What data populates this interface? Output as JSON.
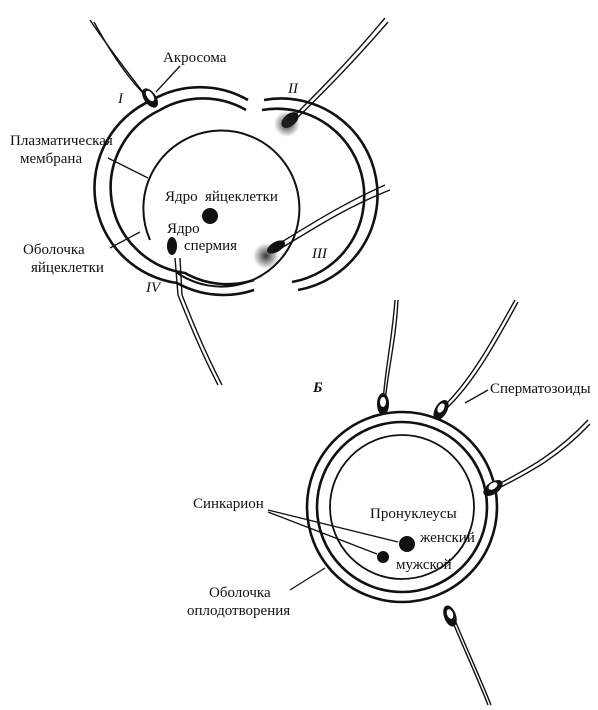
{
  "panel_a": {
    "labels": {
      "acrosome": "Акросома",
      "plasma_membrane_1": "Плазматическая",
      "plasma_membrane_2": "мембрана",
      "egg_nucleus_1": "Ядро",
      "egg_nucleus_2": "яйцеклетки",
      "sperm_nucleus_1": "Ядро",
      "sperm_nucleus_2": "спермия",
      "egg_envelope_1": "Оболочка",
      "egg_envelope_2": "яйцеклетки"
    },
    "stages": [
      "I",
      "II",
      "III",
      "IV"
    ]
  },
  "panel_b": {
    "letter": "Б",
    "labels": {
      "spermatozoa": "Сперматозоиды",
      "syncaryon": "Синкарион",
      "pronuclei": "Пронуклеусы",
      "female": "женский",
      "male": "мужской",
      "fert_envelope_1": "Оболочка",
      "fert_envelope_2": "оплодотворения"
    }
  }
}
